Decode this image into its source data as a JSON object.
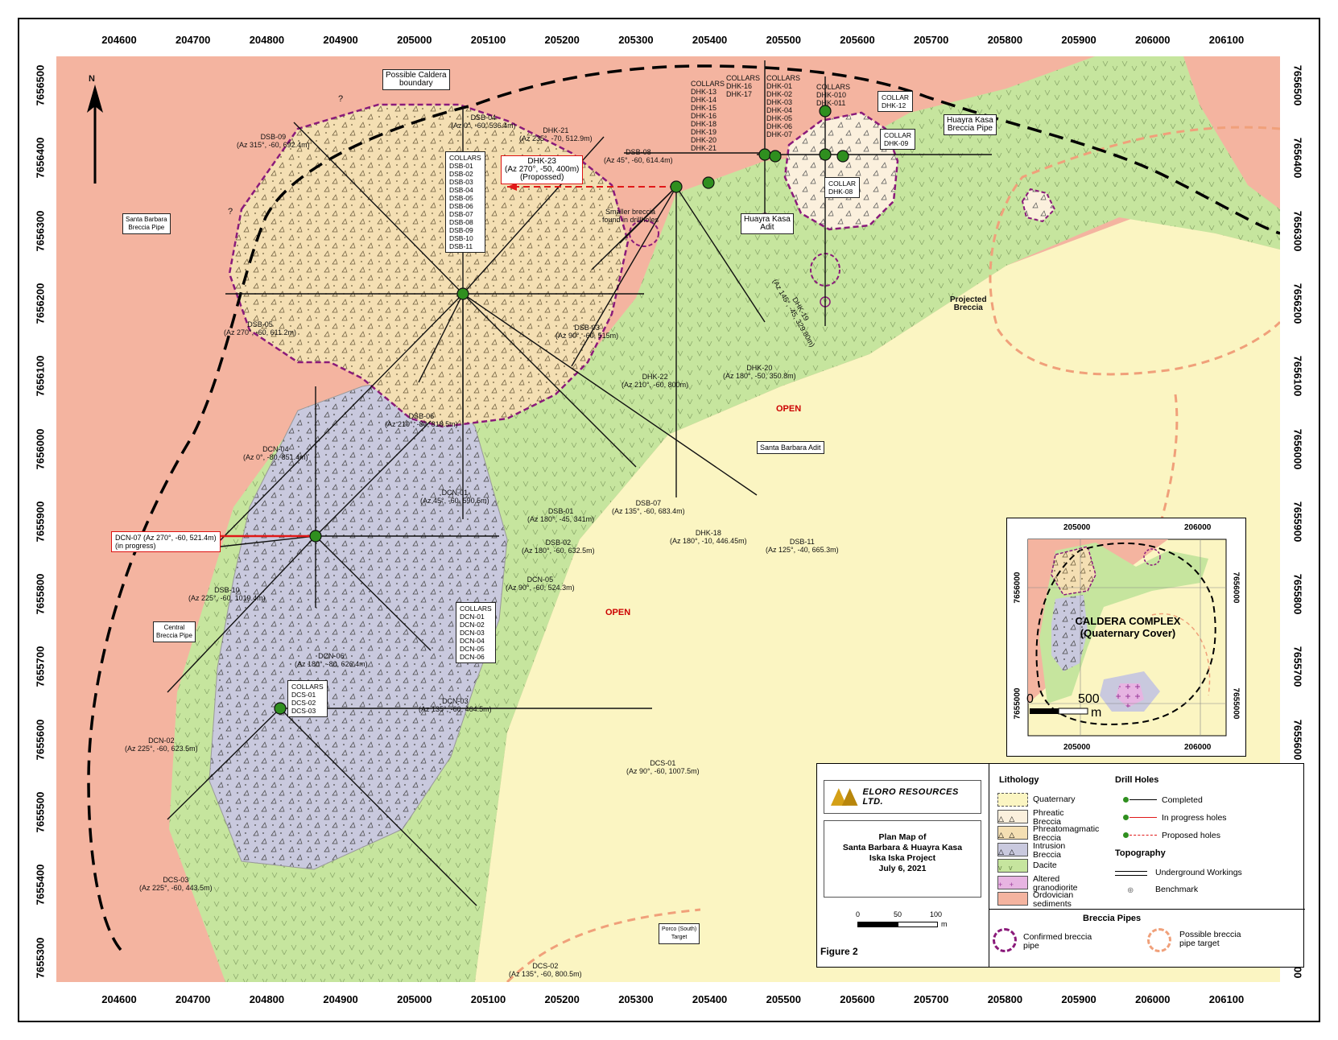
{
  "axes": {
    "x_ticks": [
      "204600",
      "204700",
      "204800",
      "204900",
      "205000",
      "205100",
      "205200",
      "205300",
      "205400",
      "205500",
      "205600",
      "205700",
      "205800",
      "205900",
      "206000",
      "206100"
    ],
    "y_ticks": [
      "7656500",
      "7656400",
      "7656300",
      "7656200",
      "7656100",
      "7656000",
      "7655900",
      "7655800",
      "7655700",
      "7655600",
      "7655500",
      "7655400",
      "7655300"
    ]
  },
  "north_label": "N",
  "callouts": {
    "caldera": "Possible Caldera\nboundary",
    "santa_barbara_pipe": "Santa Barbara\nBreccia Pipe",
    "central_pipe": "Central\nBreccia Pipe",
    "huayra_kasa_pipe": "Huayra Kasa\nBreccia Pipe",
    "huayra_kasa_adit": "Huayra Kasa\nAdit",
    "santa_barbara_adit": "Santa Barbara Adit",
    "smaller_breccia": "Smaller breccia\nfound in drillholes",
    "projected_breccia": "Projected\nBreccia",
    "porco_target": "Porco (South)\nTarget",
    "question1": "?",
    "question2": "?",
    "open1": "OPEN",
    "open2": "OPEN"
  },
  "collars": {
    "dsb": "COLLARS\nDSB-01\nDSB-02\nDSB-03\nDSB-04\nDSB-05\nDSB-06\nDSB-07\nDSB-08\nDSB-09\nDSB-10\nDSB-11",
    "dcn": "COLLARS\nDCN-01\nDCN-02\nDCN-03\nDCN-04\nDCN-05\nDCN-06",
    "dcs": "COLLARS\nDCS-01\nDCS-02\nDCS-03",
    "dhk_a": "COLLARS\nDHK-13\nDHK-14\nDHK-15\nDHK-16\nDHK-18\nDHK-19\nDHK-20\nDHK-21",
    "dhk_b": "COLLARS\nDHK-16\nDHK-17",
    "dhk_c": "COLLARS\nDHK-01\nDHK-02\nDHK-03\nDHK-04\nDHK-05\nDHK-06\nDHK-07",
    "dhk_d": "COLLARS\nDHK-010\nDHK-011",
    "dhk_e": "COLLAR\nDHK-12",
    "dhk_f": "COLLAR\nDHK-09",
    "dhk_g": "COLLAR\nDHK-08"
  },
  "holes": {
    "dsb04": "DSB-04\n(Az 0°, -60, 536.4m)",
    "dsb09": "DSB-09\n(Az 315°, -60, 692.4m)",
    "dhk21": "DHK-21\n(Az 235°, -70, 512.9m)",
    "dsb08": "DSB-08\n(Az 45°, -60, 614.4m)",
    "dsb05": "DSB-05\n(Az 270°, -60, 611.2m)",
    "dsb03": "DSB-03\n(Az 90°, -60, 515m)",
    "dhk19": "DHK-19\n(Az 145°, -45, 329.80m)",
    "dhk20": "DHK-20\n(Az 180°, -50, 350.8m)",
    "dhk22": "DHK-22\n(Az 210°, -60, 800m)",
    "dsb06": "DSB-06\n(Az 210°, -80, 818.5m)",
    "dcn04": "DCN-04\n(Az 0°, -80, 851.4m)",
    "dcn01": "DCN-01\n(Az 45°, -60, 590.5m)",
    "dsb01": "DSB-01\n(Az 180°, -45, 341m)",
    "dsb07": "DSB-07\n(Az 135°, -60, 683.4m)",
    "dhk18": "DHK-18\n(Az 180°, -10, 446.45m)",
    "dsb11": "DSB-11\n(Az 125°, -40, 665.3m)",
    "dsb02": "DSB-02\n(Az 180°, -60, 632.5m)",
    "dsb10": "DSB-10\n(Az 225°, -60, 1019.4m)",
    "dcn05": "DCN-05\n(Az 90°, -60, 524.3m)",
    "dcn06": "DCN-06\n(Az 180°, -80, 626.4m)",
    "dcn03": "DCN-03\n(Az 135°, -60, 464.5m)",
    "dcn02": "DCN-02\n(Az 225°, -60, 623.5m)",
    "dcs01": "DCS-01\n(Az 90°, -60, 1007.5m)",
    "dcs03": "DCS-03\n(Az 225°, -60, 443.5m)",
    "dcs02": "DCS-02\n(Az 135°, -60, 800.5m)",
    "dhk23": "DHK-23\n(Az 270°, -50, 400m)\n(Propossed)",
    "dcn07": "DCN-07 (Az 270°, -60, 521.4m)\n(in progress)"
  },
  "inset": {
    "x_top": [
      "205000",
      "206000"
    ],
    "x_bottom": [
      "205000",
      "206000"
    ],
    "y_left": [
      "7656000",
      "7655000"
    ],
    "y_right": [
      "7656000",
      "7655000"
    ],
    "title": "CALDERA COMPLEX\n(Quaternary Cover)",
    "scale_0": "0",
    "scale_500": "500",
    "scale_unit": "m"
  },
  "legend": {
    "company": "ELORO RESOURCES LTD.",
    "plan_title": "Plan Map of\nSanta Barbara & Huayra Kasa\nIska Iska Project\nJuly 6, 2021",
    "scale_0": "0",
    "scale_50": "50",
    "scale_100": "100",
    "scale_unit": "m",
    "figure": "Figure 2",
    "lithology_title": "Lithology",
    "lithology": [
      "Quaternary",
      "Phreatic\nBreccia",
      "Phreatomagmatic\nBreccia",
      "Intrusion\nBreccia",
      "Dacite",
      "Altered\ngranodiorite",
      "Ordovician\nsediments"
    ],
    "drill_title": "Drill Holes",
    "drill": [
      "Completed",
      "In progress holes",
      "Proposed holes"
    ],
    "topo_title": "Topography",
    "topo": [
      "Underground Workings",
      "Benchmark"
    ],
    "breccia_title": "Breccia Pipes",
    "breccia": [
      "Confirmed breccia\npipe",
      "Possible breccia\npipe target"
    ]
  },
  "colors": {
    "quaternary": "#fbf5c2",
    "sediments": "#f4b4a0",
    "dacite": "#c6e59e",
    "intrusion": "#c9c9de",
    "phreatomagmatic": "#f4dfb3",
    "phreatic": "#fbf0dd",
    "granodiorite": "#e7b4e2",
    "pipe": "#8a1a7a",
    "target": "#f0a07a",
    "collar": "#2f8f1f",
    "red": "#e01818"
  }
}
